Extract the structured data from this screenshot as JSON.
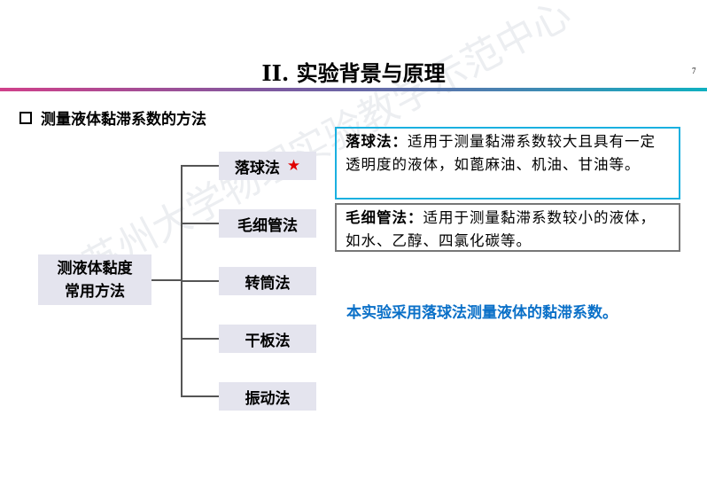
{
  "header": {
    "title": "II. 实验背景与原理",
    "page_number": "7"
  },
  "section": {
    "heading": "测量液体黏滞系数的方法"
  },
  "tree": {
    "root": "测液体黏度常用方法",
    "root_line1": "测液体黏度",
    "root_line2": "常用方法",
    "methods": [
      "落球法",
      "毛细管法",
      "转筒法",
      "干板法",
      "振动法"
    ],
    "star": "★"
  },
  "descriptions": [
    {
      "name": "落球法：",
      "text": "适用于测量黏滞系数较大且具有一定透明度的液体，如蓖麻油、机油、甘油等。"
    },
    {
      "name": "毛细管法：",
      "text": "适用于测量黏滞系数较小的液体，如水、乙醇、四氯化碳等。"
    }
  ],
  "conclusion": "本实验采用落球法测量液体的黏滞系数。",
  "watermark": "苏州大学物理实验教学示范中心",
  "colors": {
    "accent_blue": "#0a70c8",
    "star_red": "#e00000",
    "box_bg": "#e4e4ee",
    "highlight_border": "#1ab0e0"
  }
}
